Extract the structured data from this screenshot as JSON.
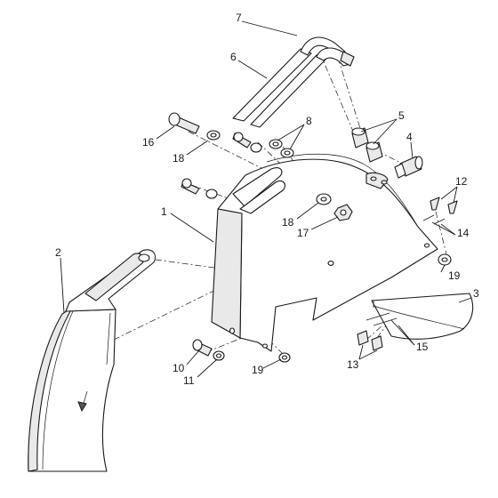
{
  "callouts": [
    {
      "id": "c1",
      "text": "1"
    },
    {
      "id": "c2",
      "text": "2"
    },
    {
      "id": "c3",
      "text": "3"
    },
    {
      "id": "c4",
      "text": "4"
    },
    {
      "id": "c5",
      "text": "5"
    },
    {
      "id": "c6",
      "text": "6"
    },
    {
      "id": "c7",
      "text": "7"
    },
    {
      "id": "c8",
      "text": "8"
    },
    {
      "id": "c10",
      "text": "10"
    },
    {
      "id": "c11",
      "text": "11"
    },
    {
      "id": "c12",
      "text": "12"
    },
    {
      "id": "c13",
      "text": "13"
    },
    {
      "id": "c14",
      "text": "14"
    },
    {
      "id": "c15",
      "text": "15"
    },
    {
      "id": "c16",
      "text": "16"
    },
    {
      "id": "c17",
      "text": "17"
    },
    {
      "id": "c18a",
      "text": "18"
    },
    {
      "id": "c18b",
      "text": "18"
    },
    {
      "id": "c19a",
      "text": "19"
    },
    {
      "id": "c19b",
      "text": "19"
    }
  ]
}
